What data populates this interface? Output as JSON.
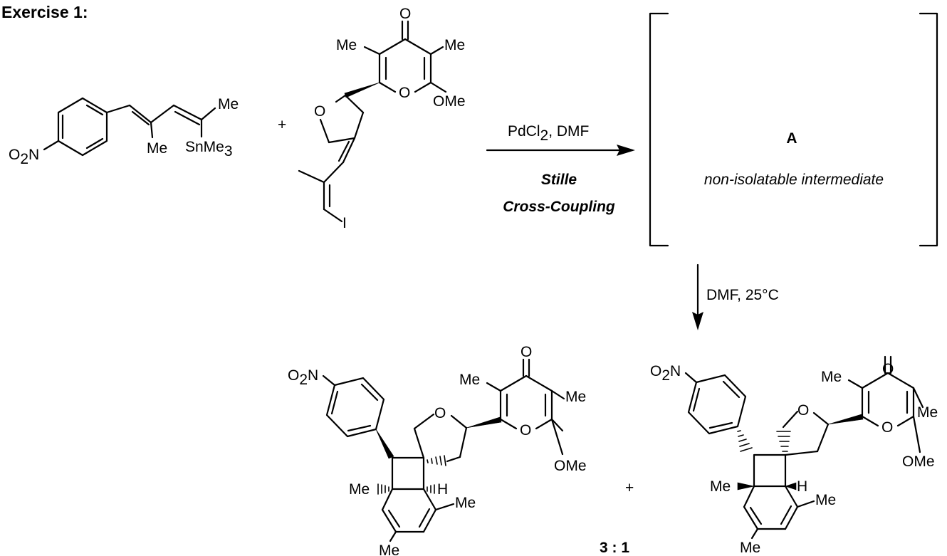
{
  "title": "Exercise 1:",
  "reagents": {
    "catalyst": "PdCl",
    "catalyst_sub": "2",
    "solvent": ", DMF",
    "reaction_name_1": "Stille",
    "reaction_name_2": "Cross-Coupling",
    "step2_conditions": "DMF, 25°C"
  },
  "intermediate": {
    "label": "A",
    "description": "non-isolatable intermediate"
  },
  "product_ratio": "3 : 1",
  "plus": "+",
  "atoms": {
    "me": "Me",
    "o": "O",
    "ome": "OMe",
    "i": "I",
    "h": "H",
    "o2n_main": "O",
    "o2n_sub": "2",
    "o2n_n": "N",
    "snme3_main": "SnMe",
    "snme3_sub": "3"
  }
}
